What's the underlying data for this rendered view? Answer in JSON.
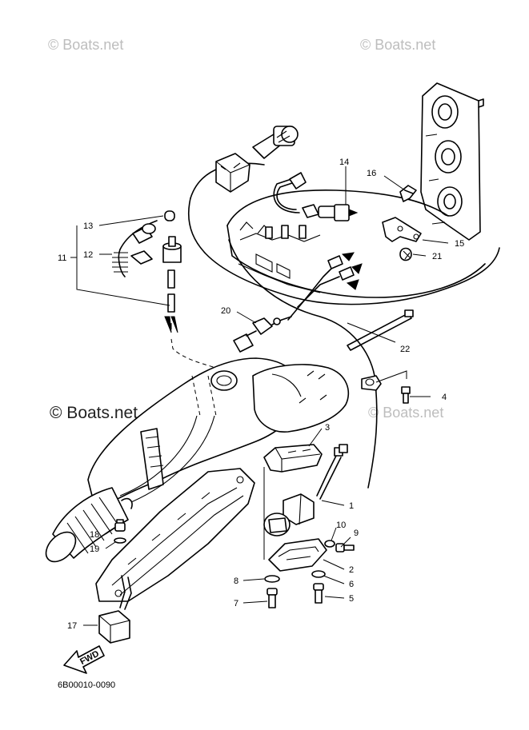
{
  "watermarks": {
    "top_left": "© Boats.net",
    "top_right": "© Boats.net",
    "middle_left": "© Boats.net",
    "middle_right": "© Boats.net"
  },
  "callouts": [
    "1",
    "2",
    "3",
    "4",
    "5",
    "6",
    "7",
    "8",
    "9",
    "10",
    "11",
    "12",
    "13",
    "14",
    "15",
    "16",
    "17",
    "18",
    "19",
    "20",
    "21",
    "22"
  ],
  "direction_badge": "FWD",
  "diagram_code": "6B00010-0090"
}
